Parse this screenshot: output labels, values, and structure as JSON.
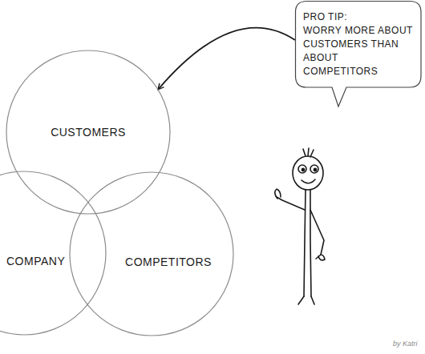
{
  "diagram": {
    "nodes": [
      {
        "text": [
          "CUSTOMERS"
        ]
      },
      {
        "text": [
          "COMPANY"
        ]
      },
      {
        "text": [
          "COMPETITORS"
        ]
      },
      {
        "text": [
          "PRO TIP:",
          "WORRY MORE ABOUT CUSTOMERS THAN ABOUT COMPETITORS"
        ]
      }
    ],
    "edges": [
      {
        "from": 3,
        "to": 0,
        "arrow": "to"
      }
    ],
    "labels": [
      "by Katri"
    ]
  }
}
